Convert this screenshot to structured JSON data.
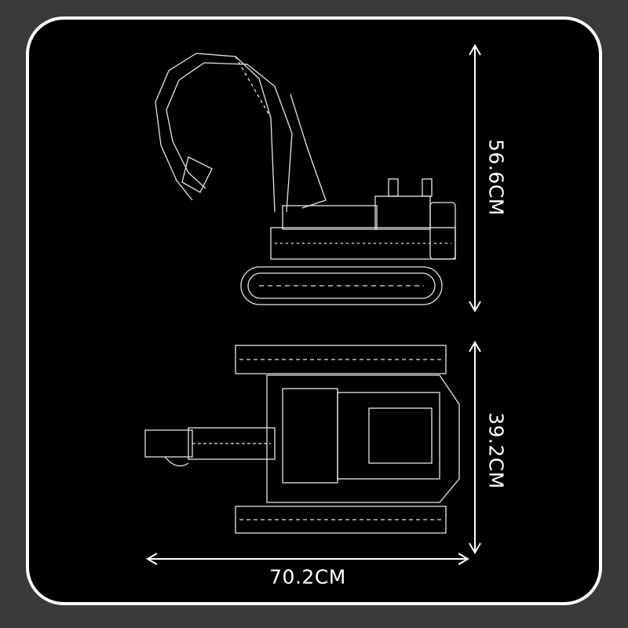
{
  "dimensions": {
    "height": "56.6CM",
    "width": "39.2CM",
    "length": "70.2CM"
  },
  "colors": {
    "background": "#3a3a3a",
    "panel": "#000000",
    "line": "#ffffff"
  }
}
